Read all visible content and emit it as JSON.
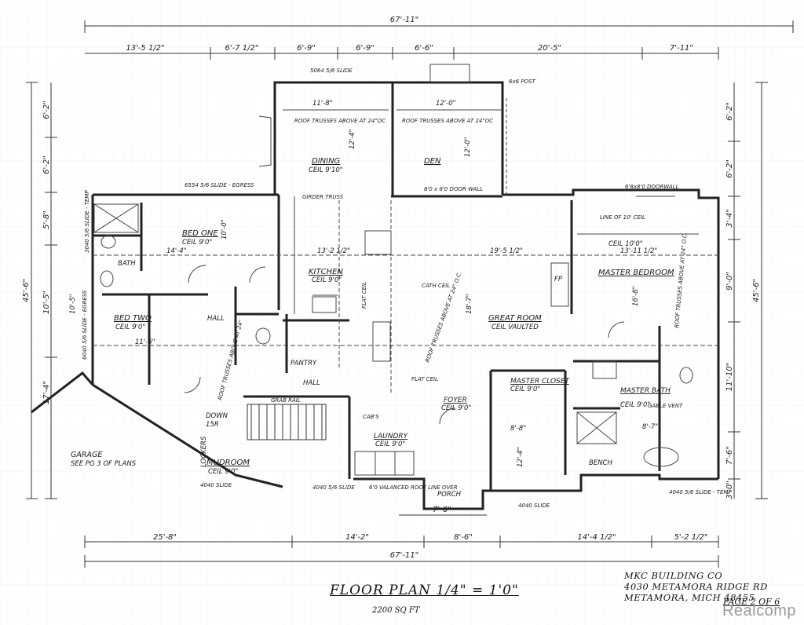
{
  "plan": {
    "title": "FLOOR PLAN 1/4\" = 1'0\"",
    "area": "2200 SQ FT",
    "company": {
      "name": "MKC BUILDING CO",
      "street": "4030 METAMORA RIDGE RD",
      "city": "METAMORA, MICH 48455"
    },
    "page": "PAGE 2 OF 6"
  },
  "dimensions": {
    "overall_top": "67'-11\"",
    "overall_bottom": "67'-11\"",
    "top_segments": [
      "13'-5 1/2\"",
      "6'-7 1/2\"",
      "6'-9\"",
      "6'-9\"",
      "6'-6\"",
      "20'-5\"",
      "7'-11\""
    ],
    "bottom_segments": [
      "25'-8\"",
      "14'-2\"",
      "8'-6\"",
      "14'-4 1/2\"",
      "5'-2 1/2\""
    ],
    "left_segments": [
      "6'-2\"",
      "6'-2\"",
      "5'-8\"",
      "10'-5\"",
      "17'-4\""
    ],
    "left_overall": "45'-6\"",
    "right_segments": [
      "6'-2\"",
      "6'-2\"",
      "3'-4\"",
      "9'-0\"",
      "11'-10\"",
      "7'-6\"",
      "3'-0\""
    ],
    "right_overall": "45'-6\"",
    "porch_width": "7'-6\""
  },
  "rooms": {
    "dining": {
      "name": "DINING",
      "ceil": "CEIL 9'10\"",
      "width": "11'-8\"",
      "depth": "12'-4\""
    },
    "den": {
      "name": "DEN",
      "width": "12'-0\"",
      "depth": "12'-0\""
    },
    "bed_one": {
      "name": "BED ONE",
      "ceil": "CEIL 9'0\"",
      "width": "14'-4\"",
      "depth": "10'-0\""
    },
    "bed_two": {
      "name": "BED TWO",
      "ceil": "CEIL 9'0\"",
      "width": "11'-6\"",
      "depth": "10'-5\""
    },
    "kitchen": {
      "name": "KITCHEN",
      "ceil": "CEIL 9'0\"",
      "width": "13'-2 1/2\""
    },
    "great_room": {
      "name": "GREAT ROOM",
      "ceil": "CEIL VAULTED",
      "width": "19'-5 1/2\"",
      "depth": "18'-7\""
    },
    "master_bedroom": {
      "name": "MASTER BEDROOM",
      "ceil": "CEIL 10'0\"",
      "width": "13'-11 1/2\"",
      "depth": "16'-8\""
    },
    "master_closet": {
      "name": "MASTER CLOSET",
      "ceil": "CEIL 9'0\"",
      "width": "8'-8\"",
      "depth": "12'-4\""
    },
    "master_bath": {
      "name": "MASTER BATH",
      "ceil": "CEIL 9'0\"",
      "width": "8'-7\""
    },
    "mudroom": {
      "name": "MUDROOM",
      "ceil": "CEIL 9'0\""
    },
    "laundry": {
      "name": "LAUNDRY",
      "ceil": "CEIL 9'0\""
    },
    "foyer": {
      "name": "FOYER",
      "ceil": "CEIL 9'0\""
    },
    "garage": {
      "name": "GARAGE",
      "note": "SEE PG 3 OF PLANS"
    },
    "porch": {
      "name": "PORCH"
    },
    "pantry": {
      "name": "PANTRY"
    },
    "hall_left": {
      "name": "HALL"
    },
    "hall_center": {
      "name": "HALL"
    },
    "bath": {
      "name": "BATH"
    },
    "bench": {
      "name": "BENCH"
    },
    "fireplace": {
      "name": "FP"
    },
    "down": {
      "name": "DOWN",
      "risers": "15R"
    },
    "lockers": {
      "name": "LOCKERS"
    }
  },
  "notes": {
    "roof_truss_dining": "ROOF TRUSSES ABOVE AT 24\"OC",
    "roof_truss_den": "ROOF TRUSSES ABOVE AT 24\"OC",
    "top_window": "5064 5/6 SLIDE",
    "bed_window": "6554 5/6 SLIDE - EGRESS",
    "girder_truss": "GIRDER TRUSS",
    "den_wall": "8'0 x 8'0 DOOR WALL",
    "master_wall": "6'8x8'0 DOORWALL",
    "line_of_ceil": "LINE OF 10' CEIL",
    "cath_ceil": "CATH CEIL",
    "flat_ceil": "FLAT CEIL",
    "flat_ceil_great": "FLAT CEIL",
    "roof_truss_great": "ROOF TRUSSES ABOVE AT 24\" O.C.",
    "roof_truss_hall": "ROOF TRUSSES ABOVE AT 24\"",
    "roof_truss_master": "ROOF TRUSSES ABOVE AT 24\" O.C.",
    "corner_post": "6x6 POST",
    "gable_vent": "GABLE VENT",
    "front_window_mud": "4040 SLIDE",
    "front_window_closet": "4040 SLIDE",
    "mudroom_wall": "4040 5/6 SLIDE",
    "porch_note": "6'0 VALANCED ROOF LINE OVER",
    "grab_rail": "GRAB RAIL",
    "cabs": "CAB'S",
    "master_slide": "4040 5/6 SLIDE - TEMP",
    "bed2_slide": "6040 5/6 SLIDE - EGRESS",
    "bed1_slide": "3040 5/6 SLIDE - TEMP"
  },
  "watermark": "Realcomp"
}
